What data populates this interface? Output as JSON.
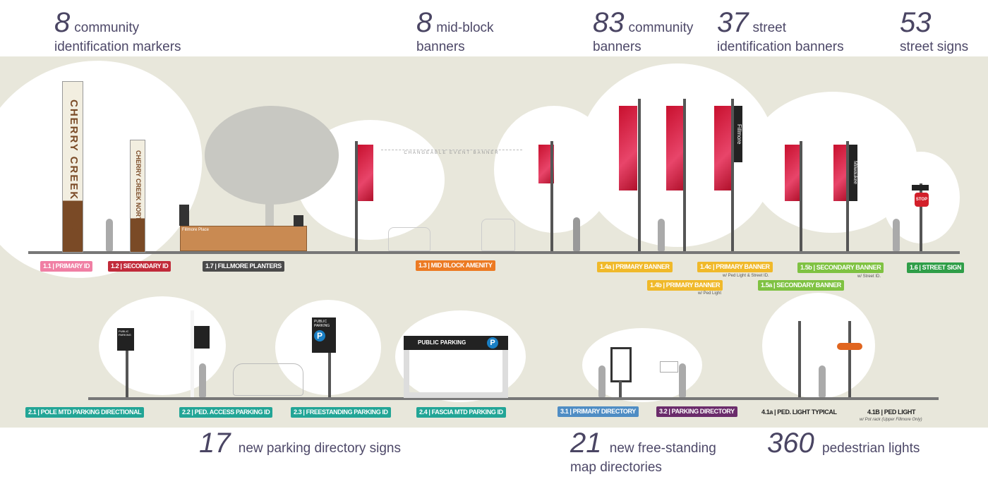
{
  "stats_top": [
    {
      "number": "8",
      "line1": "community",
      "line2": "identification markers"
    },
    {
      "number": "8",
      "line1": "mid-block",
      "line2": "banners"
    },
    {
      "number": "83",
      "line1": "community",
      "line2": "banners"
    },
    {
      "number": "37",
      "line1": "street",
      "line2": "identification banners"
    },
    {
      "number": "53",
      "line1": "",
      "line2": "street signs"
    }
  ],
  "stats_bottom": [
    {
      "number": "17",
      "line1": "new parking directory signs",
      "line2": ""
    },
    {
      "number": "21",
      "line1": "new free-standing",
      "line2": "map directories"
    },
    {
      "number": "360",
      "line1": "pedestrian lights",
      "line2": ""
    }
  ],
  "labels_top": [
    {
      "text": "1.1 | PRIMARY ID",
      "color": "#f07fa4"
    },
    {
      "text": "1.2 | SECONDARY ID",
      "color": "#c12b3a"
    },
    {
      "text": "1.7 | FILLMORE PLANTERS",
      "color": "#4a4a4a"
    },
    {
      "text": "1.3 | MID BLOCK AMENITY",
      "color": "#ec7a23"
    },
    {
      "text": "1.4a | PRIMARY BANNER",
      "color": "#f0b92a"
    },
    {
      "text": "1.4c | PRIMARY BANNER",
      "color": "#f0b92a"
    },
    {
      "text": "1.4b | PRIMARY BANNER",
      "color": "#f0b92a"
    },
    {
      "text": "1.5a | SECONDARY BANNER",
      "color": "#7fc242"
    },
    {
      "text": "1.5b | SECONDARY BANNER",
      "color": "#7fc242"
    },
    {
      "text": "1.6 | STREET SIGN",
      "color": "#2f9e48"
    }
  ],
  "label_notes": {
    "l14c": "w/ Ped Light & Street ID.",
    "l14b": "w/ Ped Light",
    "l15b": "w/ Street ID.",
    "l41b": "w/ Pot rack (Upper Fillmore Only)"
  },
  "labels_bottom": [
    {
      "text": "2.1 | POLE MTD PARKING DIRECTIONAL",
      "color": "#22a596"
    },
    {
      "text": "2.2 | PED. ACCESS PARKING ID",
      "color": "#22a596"
    },
    {
      "text": "2.3 | FREESTANDING PARKING ID",
      "color": "#22a596"
    },
    {
      "text": "2.4 | FASCIA MTD PARKING ID",
      "color": "#22a596"
    },
    {
      "text": "3.1 | PRIMARY DIRECTORY",
      "color": "#4f8dc4"
    },
    {
      "text": "3.2 | PARKING DIRECTORY",
      "color": "#6b2c6b"
    },
    {
      "text": "4.1a | PED. LIGHT TYPICAL",
      "color": ""
    },
    {
      "text": "4.1B | PED LIGHT",
      "color": ""
    }
  ],
  "signs": {
    "cherry": "CHERRY CREEK NORTH",
    "event": "CHANGEABLE EVENT BANNER",
    "parking": "PUBLIC PARKING",
    "p": "P",
    "fillmore": "Fillmore",
    "milwaukee": "Milwaukee",
    "stop": "STOP",
    "fillmore_place": "Fillmore Place"
  }
}
